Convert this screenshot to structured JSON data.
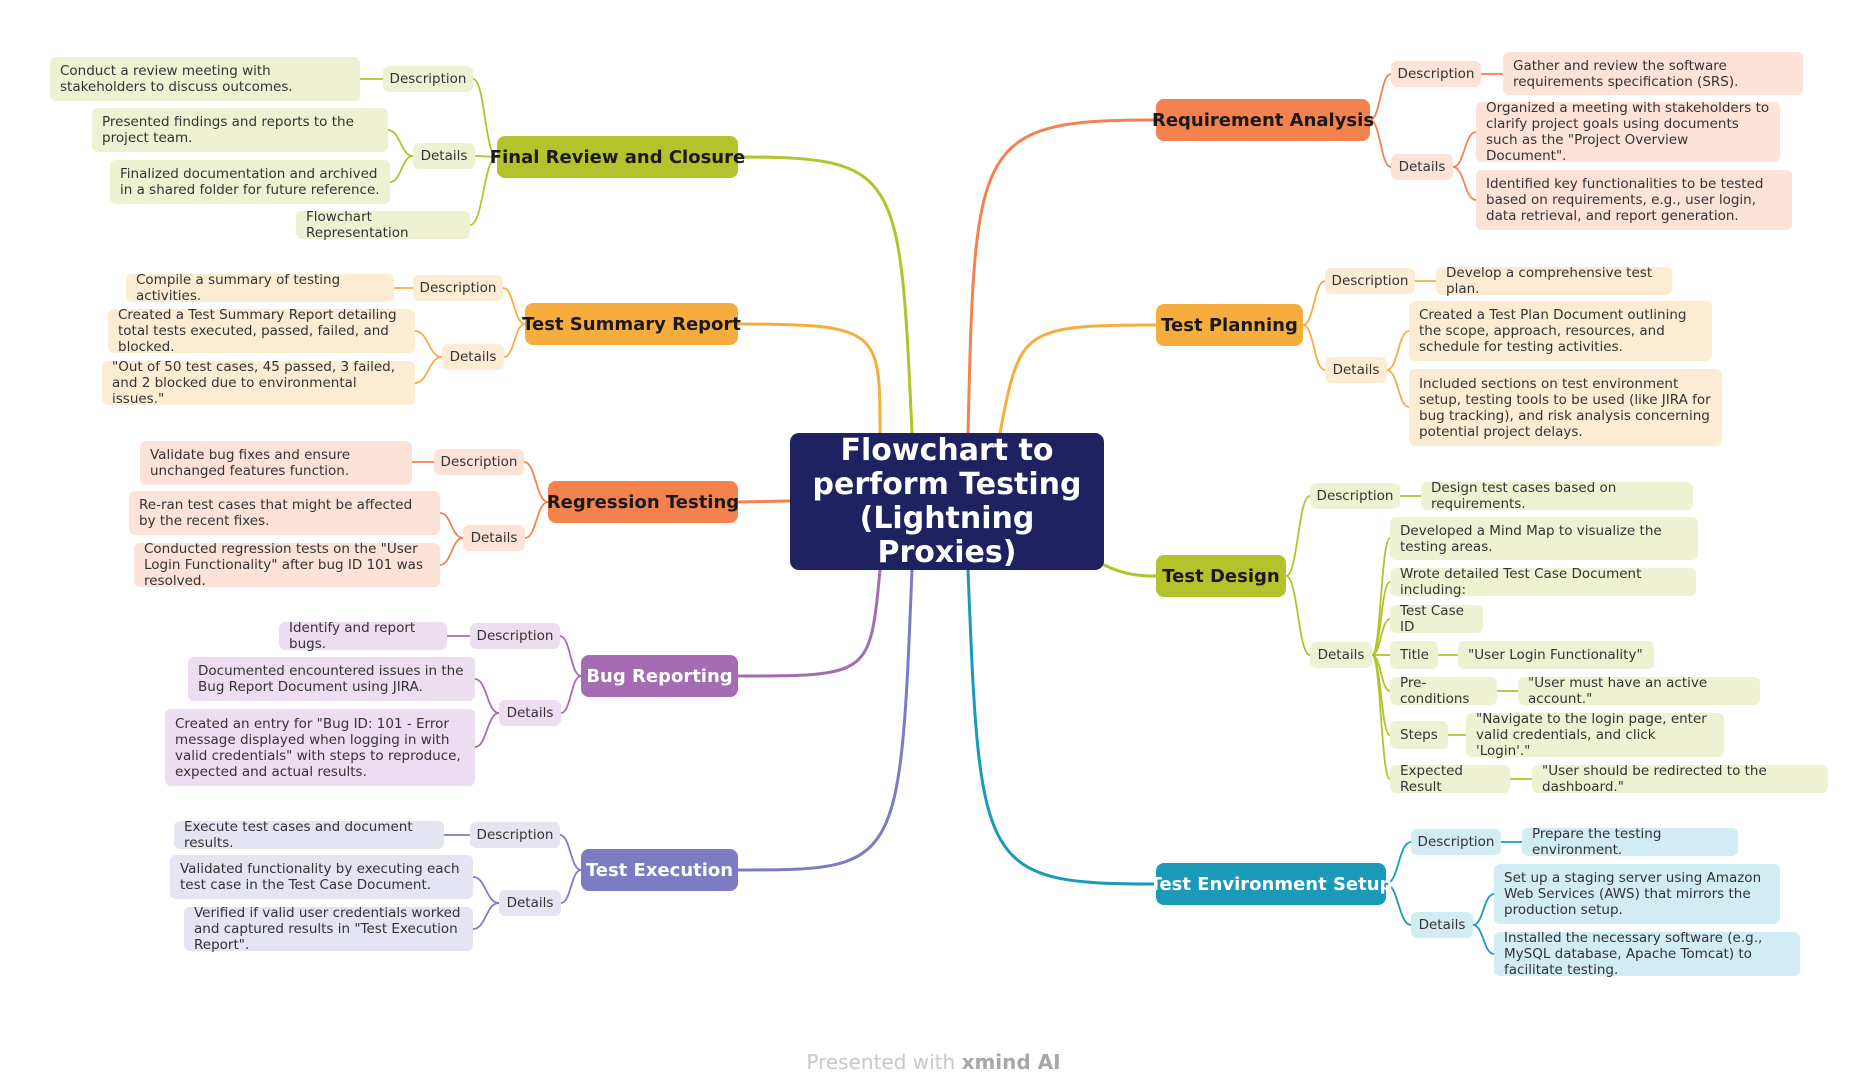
{
  "central_topic": "Flowchart to perform Testing (Lightning Proxies)",
  "footer": {
    "prefix": "Presented with",
    "brand": "xmind AI"
  },
  "branches": [
    {
      "key": "req",
      "title": "Requirement Analysis",
      "color": "#f4824f",
      "fill": "#fde2d8",
      "description": "Gather and review the software requirements specification (SRS).",
      "details": [
        "Organized a meeting with stakeholders to clarify project goals using documents such as the \"Project Overview Document\".",
        "Identified key functionalities to be tested based on requirements, e.g., user login, data retrieval, and report generation."
      ]
    },
    {
      "key": "plan",
      "title": "Test Planning",
      "color": "#f7ad3e",
      "fill": "#fdecd4",
      "description": "Develop a comprehensive test plan.",
      "details": [
        "Created a Test Plan Document outlining the scope, approach, resources, and schedule for testing activities.",
        "Included sections on test environment setup, testing tools to be used (like JIRA for bug tracking), and risk analysis concerning potential project delays."
      ]
    },
    {
      "key": "design",
      "title": "Test Design",
      "color": "#b2c32b",
      "fill": "#eef2d3",
      "description": "Design test cases based on requirements.",
      "details": [
        "Developed a Mind Map to visualize the testing areas.",
        "Wrote detailed Test Case Document including:",
        "Test Case ID",
        "Title",
        "Pre-conditions",
        "Steps",
        "Expected Result"
      ],
      "detail_values": {
        "Title": "\"User Login Functionality\"",
        "Pre-conditions": "\"User must have an active account.\"",
        "Steps": "\"Navigate to the login page, enter valid credentials, and click 'Login'.\"",
        "Expected Result": "\"User should be redirected to the dashboard.\""
      }
    },
    {
      "key": "env",
      "title": "Test Environment Setup",
      "color": "#1a9ab8",
      "fill": "#d2ecf3",
      "description": "Prepare the testing environment.",
      "details": [
        "Set up a staging server using Amazon Web Services (AWS) that mirrors the production setup.",
        "Installed the necessary software (e.g., MySQL database, Apache Tomcat) to facilitate testing."
      ]
    },
    {
      "key": "final",
      "title": "Final Review and Closure",
      "color": "#b2c32b",
      "fill": "#eef2d3",
      "description": "Conduct a review meeting with stakeholders to discuss outcomes.",
      "details": [
        "Presented findings and reports to the project team.",
        "Finalized documentation and archived in a shared folder for future reference."
      ],
      "extra": "Flowchart Representation"
    },
    {
      "key": "summary",
      "title": "Test Summary Report",
      "color": "#f7ad3e",
      "fill": "#fdecd4",
      "description": "Compile a summary of testing activities.",
      "details": [
        "Created a Test Summary Report detailing total tests executed, passed, failed, and blocked.",
        "\"Out of 50 test cases, 45 passed, 3 failed, and 2 blocked due to environmental issues.\""
      ]
    },
    {
      "key": "regr",
      "title": "Regression Testing",
      "color": "#f4824f",
      "fill": "#fde2d8",
      "description": "Validate bug fixes and ensure unchanged features function.",
      "details": [
        "Re-ran test cases that might be affected by the recent fixes.",
        "Conducted regression tests on the \"User Login Functionality\" after bug ID 101 was resolved."
      ]
    },
    {
      "key": "bug",
      "title": "Bug Reporting",
      "color": "#a66cb3",
      "fill": "#ecdef0",
      "description": "Identify and report bugs.",
      "details": [
        "Documented encountered issues in the Bug Report Document using JIRA.",
        "Created an entry for \"Bug ID: 101 - Error message displayed when logging in with valid credentials\" with steps to reproduce, expected and actual results."
      ]
    },
    {
      "key": "exec",
      "title": "Test Execution",
      "color": "#7b7cc4",
      "fill": "#e4e4f3",
      "description": "Execute test cases and document results.",
      "details": [
        "Validated functionality by executing each test case in the Test Case Document.",
        "Verified if valid user credentials worked and captured results in \"Test Execution Report\"."
      ]
    }
  ],
  "labels": {
    "description": "Description",
    "details": "Details"
  }
}
